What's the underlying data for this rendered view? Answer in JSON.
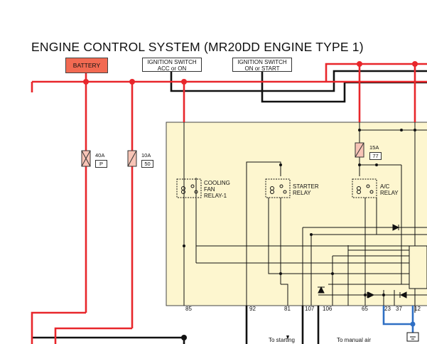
{
  "title": "ENGINE CONTROL SYSTEM (MR20DD ENGINE TYPE 1)",
  "top_labels": {
    "battery": "BATTERY",
    "ignition_acc": [
      "IGNITION SWITCH",
      "ACC or ON"
    ],
    "ignition_start": [
      "IGNITION SWITCH",
      "ON or START"
    ]
  },
  "fuses": [
    {
      "amps": "40A",
      "number": "P"
    },
    {
      "amps": "10A",
      "number": "50"
    },
    {
      "amps": "15A",
      "number": "77"
    }
  ],
  "relays": {
    "cooling_fan": [
      "COOLING",
      "FAN",
      "RELAY-1"
    ],
    "starter": [
      "STARTER",
      "RELAY"
    ],
    "ac": [
      "A/C",
      "RELAY"
    ]
  },
  "pins": [
    "85",
    "92",
    "81",
    "107",
    "106",
    "65",
    "23",
    "37",
    "12"
  ],
  "destinations": {
    "starting": "To starting",
    "manual_air": "To manual air"
  },
  "colors": {
    "power_wire": "#e8262b",
    "ground_wire": "#111111",
    "signal_wire": "#2f6fc4",
    "module_fill": "#fdf6cf",
    "fuse_fill": "#f7c4b6",
    "battery_fill": "#f26a52"
  }
}
